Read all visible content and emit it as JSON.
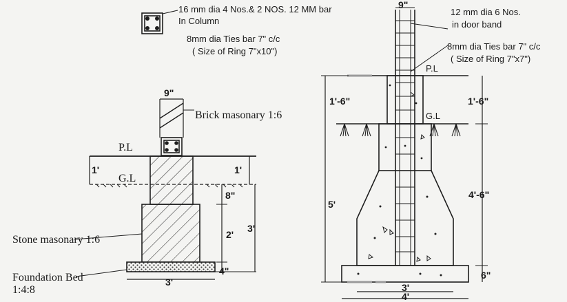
{
  "labels": {
    "col_bar_line1": "16 mm dia 4 Nos.& 2 NOS. 12 MM bar",
    "col_bar_line2": "In Column",
    "col_ties_line1": "8mm dia Ties bar 7\" c/c",
    "col_ties_line2": "( Size of Ring 7\"x10\")",
    "door_band_line1": "12 mm dia 6 Nos.",
    "door_band_line2": "in door band",
    "right_ties_line1": "8mm dia Ties bar 7\" c/c",
    "right_ties_line2": "( Size of Ring 7\"x7\")",
    "brick_masonry": "Brick masonary 1:6",
    "stone_masonry": "Stone masonary 1:6",
    "foundation_bed_line1": "Foundation Bed",
    "foundation_bed_line2": "1:4:8",
    "pl_left": "P.L",
    "gl_left": "G.L",
    "pl_right": "P.L",
    "gl_right": "G.L"
  },
  "dimensions": {
    "left_top_width": "9\"",
    "left_plinth_left": "1'",
    "left_plinth_right": "1'",
    "left_8in": "8\"",
    "left_2ft": "2'",
    "left_3ft": "3'",
    "left_bed_4in": "4\"",
    "left_bed_width": "3'",
    "right_top_width": "9\"",
    "right_left_1ft6": "1'-6\"",
    "right_right_1ft6": "1'-6\"",
    "right_total_5ft": "5'",
    "right_4ft6": "4'-6\"",
    "right_6in": "6\"",
    "right_bed_width": "3'",
    "right_base_width": "4'"
  }
}
